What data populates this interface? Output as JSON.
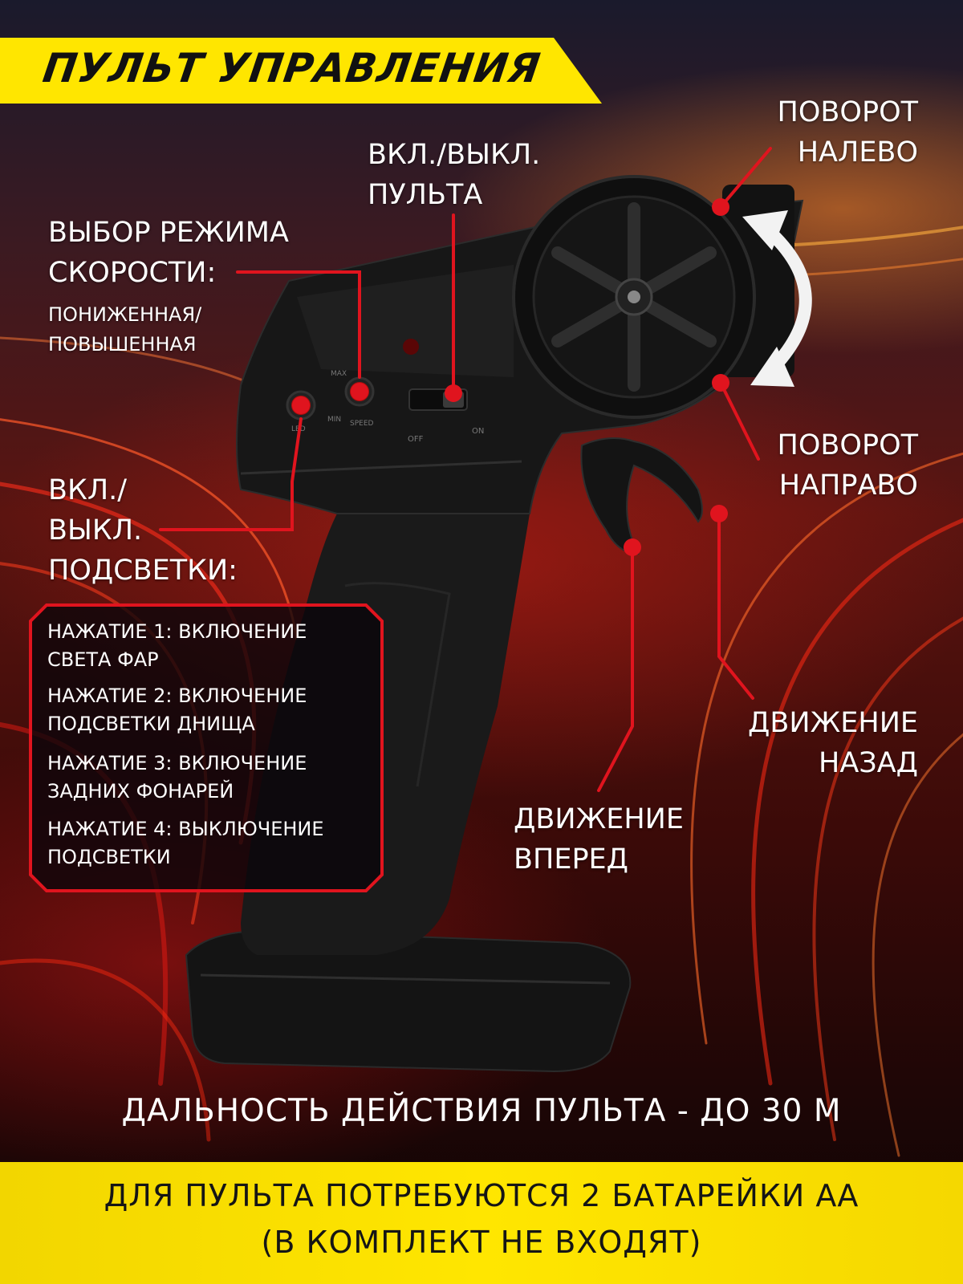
{
  "title": "ПУЛЬТ УПРАВЛЕНИЯ",
  "labels": {
    "turn_left": "ПОВОРОТ\nНАЛЕВО",
    "power": "ВКЛ./ВЫКЛ.\nПУЛЬТА",
    "speed_mode": "ВЫБОР РЕЖИМА\nСКОРОСТИ:",
    "speed_mode_values": "ПОНИЖЕННАЯ/\nПОВЫШЕННАЯ",
    "turn_right": "ПОВОРОТ\nНАПРАВО",
    "lights": "ВКЛ./\nВЫКЛ.\nПОДСВЕТКИ:",
    "backward": "ДВИЖЕНИЕ\nНАЗАД",
    "forward": "ДВИЖЕНИЕ\nВПЕРЕД"
  },
  "light_modes": [
    "НАЖАТИЕ 1: ВКЛЮЧЕНИЕ\nСВЕТА ФАР",
    "НАЖАТИЕ 2: ВКЛЮЧЕНИЕ\nПОДСВЕТКИ ДНИЩА",
    "НАЖАТИЕ 3: ВКЛЮЧЕНИЕ\nЗАДНИХ ФОНАРЕЙ",
    "НАЖАТИЕ 4: ВЫКЛЮЧЕНИЕ\nПОДСВЕТКИ"
  ],
  "device_marks": {
    "max": "MAX",
    "min": "MIN",
    "speed": "SPEED",
    "led": "LED",
    "off": "OFF",
    "on": "ON"
  },
  "range": "ДАЛЬНОСТЬ ДЕЙСТВИЯ ПУЛЬТА - ДО 30 М",
  "footer": {
    "line1": "ДЛЯ ПУЛЬТА ПОТРЕБУЮТСЯ 2 БАТАРЕЙКИ АА",
    "line2": "(В КОМПЛЕКТ НЕ ВХОДЯТ)"
  },
  "colors": {
    "accent_yellow": "#ffe600",
    "callout_red": "#e0141e",
    "device_black": "#151515"
  }
}
